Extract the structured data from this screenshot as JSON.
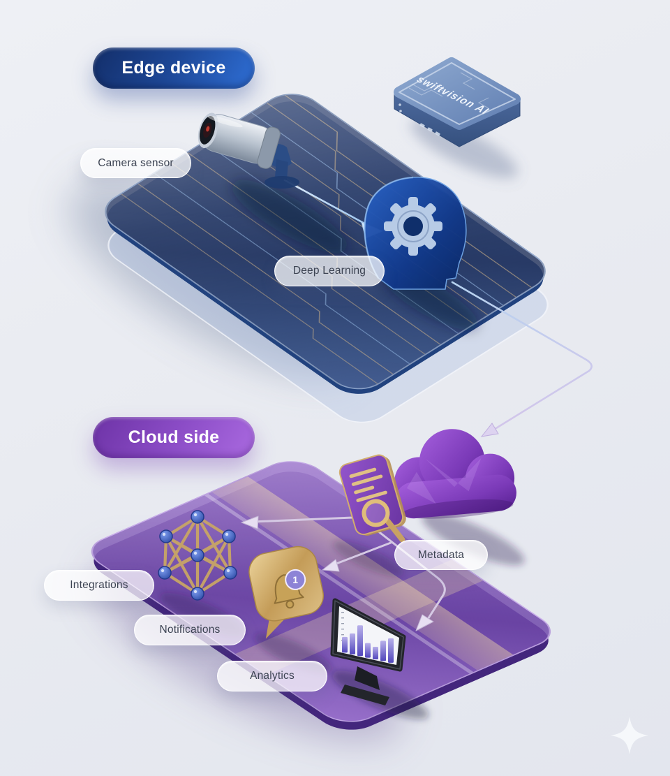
{
  "page": {
    "background": "#e9ebf1",
    "watermark_icon": "four-point-sparkle"
  },
  "edge_section": {
    "title": "Edge device",
    "title_gradient": {
      "from": "#132e69",
      "to": "#2f6fd6"
    },
    "device_box_label": "swiftvision AI",
    "camera_label": "Camera sensor",
    "deep_learning_label": "Deep Learning"
  },
  "cloud_section": {
    "title": "Cloud side",
    "title_gradient": {
      "from": "#6d33a6",
      "to": "#aa6ae0"
    },
    "metadata_label": "Metadata",
    "integrations_label": "Integrations",
    "notifications_label": "Notifications",
    "analytics_label": "Analytics",
    "notification_badge": "1"
  },
  "icons": {
    "camera": "security-camera-3d",
    "deep_learning": "head-with-gear-3d",
    "cloud": "cloud-3d",
    "metadata": "document-with-magnifier-3d",
    "integrations": "network-polyhedron-3d",
    "notifications": "chat-bubble-with-bell-3d",
    "analytics": "monitor-bar-chart-3d",
    "watermark": "four-point-sparkle"
  },
  "chart_data": {
    "type": "bar",
    "title": "Analytics monitor mini bar chart",
    "values": [
      45,
      60,
      88,
      42,
      36,
      58,
      70
    ],
    "bar_color_top": "#b8b0ea",
    "bar_color_bottom": "#5046bb"
  }
}
